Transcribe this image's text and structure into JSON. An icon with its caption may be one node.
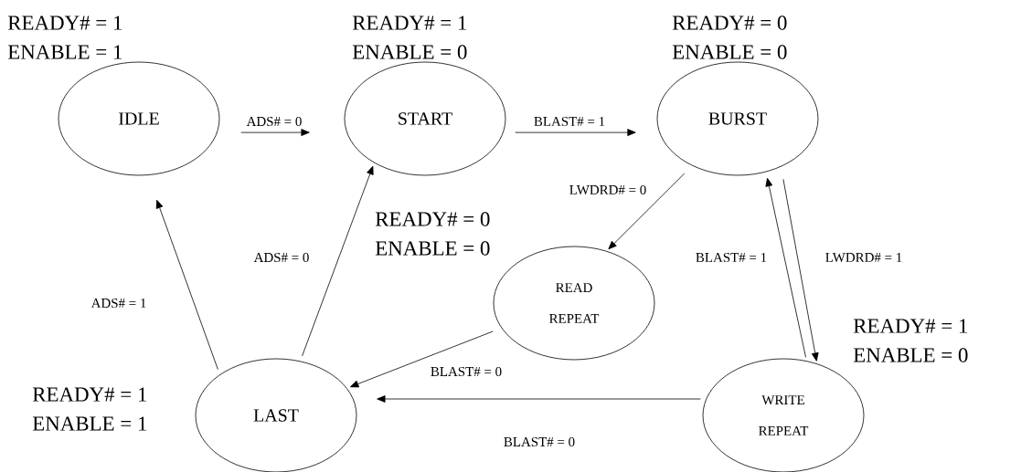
{
  "diagram": {
    "nodes": [
      {
        "text": [
          "IDLE"
        ],
        "beside": [
          "READY# = 1",
          "ENABLE = 1"
        ]
      },
      {
        "text": [
          "START"
        ],
        "beside": [
          "READY# = 1",
          "ENABLE = 0"
        ]
      },
      {
        "text": [
          "BURST"
        ],
        "beside": [
          "READY# = 0",
          "ENABLE = 0"
        ]
      },
      {
        "text": [
          "READ REPEAT"
        ],
        "beside": [
          "READY# = 0",
          "ENABLE = 0"
        ]
      },
      {
        "text": [
          "LAST"
        ],
        "beside": [
          "READY# = 1",
          "ENABLE = 1"
        ]
      },
      {
        "text": [
          "WRITE REPEAT"
        ],
        "beside": [
          "READY# = 1",
          "ENABLE = 0"
        ]
      }
    ],
    "edges": [
      {
        "from": 0,
        "to": 1,
        "arrow": "to",
        "label": "ADS# = 0"
      },
      {
        "from": 1,
        "to": 2,
        "arrow": "to",
        "label": "BLAST# = 1"
      },
      {
        "from": 2,
        "to": 3,
        "arrow": "to",
        "label": "LWDRD# = 0"
      },
      {
        "from": 2,
        "to": 5,
        "arrow": "to",
        "label": "LWDRD# = 1"
      },
      {
        "from": 5,
        "to": 2,
        "arrow": "to",
        "label": "BLAST# = 1"
      },
      {
        "from": 3,
        "to": 4,
        "arrow": "to",
        "label": "BLAST# = 0"
      },
      {
        "from": 5,
        "to": 4,
        "arrow": "to",
        "label": "BLAST# = 0"
      },
      {
        "from": 4,
        "to": 0,
        "arrow": "to",
        "label": "ADS# = 1"
      },
      {
        "from": 4,
        "to": 1,
        "arrow": "to",
        "label": "ADS# = 0"
      }
    ]
  }
}
